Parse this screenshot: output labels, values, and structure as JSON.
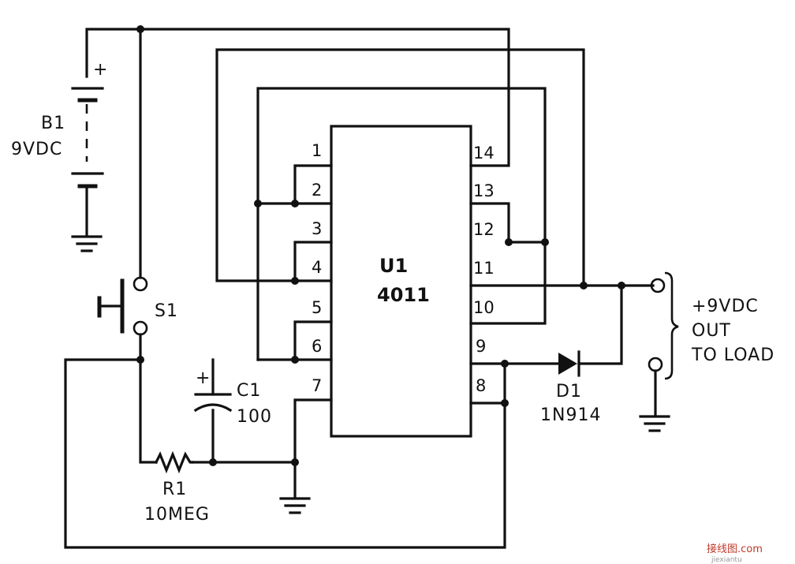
{
  "battery": {
    "ref": "B1",
    "value": "9VDC",
    "plus": "+"
  },
  "switch": {
    "ref": "S1"
  },
  "capacitor": {
    "ref": "C1",
    "value": "100",
    "plus": "+"
  },
  "resistor": {
    "ref": "R1",
    "value": "10MEG"
  },
  "ic": {
    "ref": "U1",
    "part": "4011",
    "left_pins": [
      "1",
      "2",
      "3",
      "4",
      "5",
      "6",
      "7"
    ],
    "right_pins": [
      "14",
      "13",
      "12",
      "11",
      "10",
      "9",
      "8"
    ]
  },
  "diode": {
    "ref": "D1",
    "part": "1N914"
  },
  "output": {
    "line1": "+9VDC",
    "line2": "OUT",
    "line3": "TO LOAD"
  },
  "watermark": {
    "text": "接线图.com",
    "sub": "jiexiantu"
  }
}
